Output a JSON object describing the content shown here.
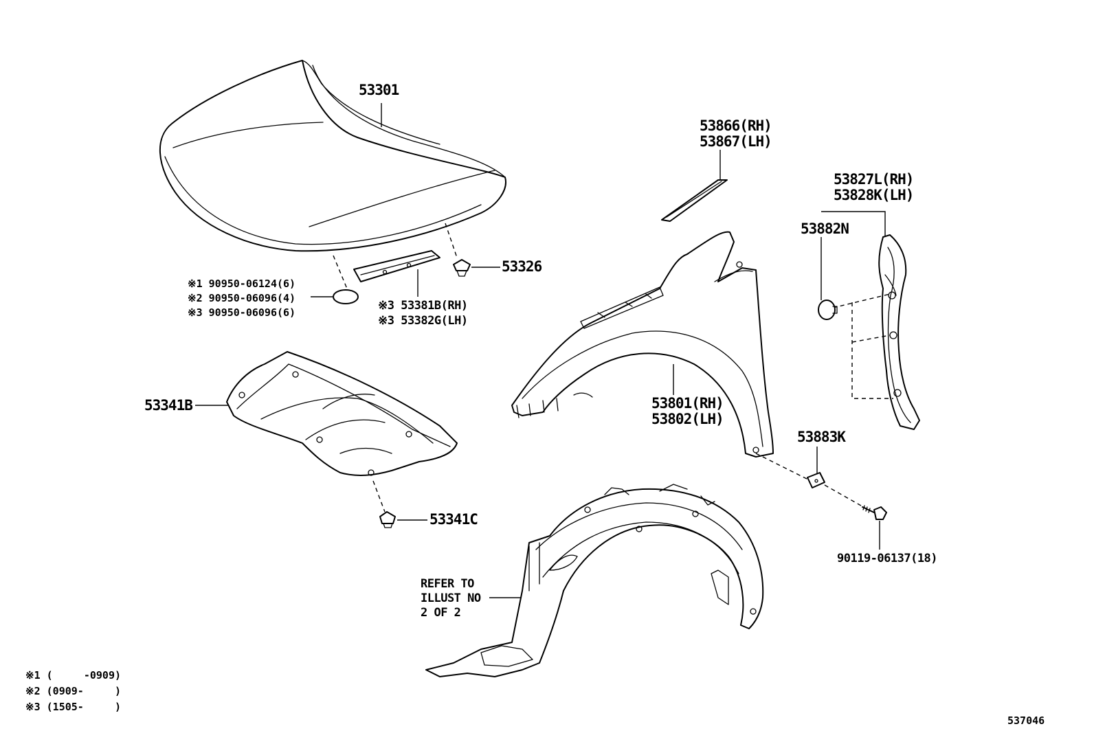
{
  "labels": {
    "hood": "53301",
    "hood_seal_l1": "※1 90950-06124(6)",
    "hood_seal_l2": "※2 90950-06096(4)",
    "hood_seal_l3": "※3 90950-06096(6)",
    "clip_53326": "53326",
    "seal_rh": "※3 53381B(RH)",
    "seal_lh": "※3 53382G(LH)",
    "fender_seal_rh": "53866(RH)",
    "fender_seal_lh": "53867(LH)",
    "bracket_rh": "53827L(RH)",
    "bracket_lh": "53828K(LH)",
    "grommet": "53882N",
    "insulator": "53341B",
    "fender_rh": "53801(RH)",
    "fender_lh": "53802(LH)",
    "nut": "53883K",
    "clip_53341c": "53341C",
    "bolt": "90119-06137(18)",
    "refer_l1": "REFER TO",
    "refer_l2": "ILLUST NO",
    "refer_l3": "2 OF 2"
  },
  "footnotes": [
    "※1 (     -0909)",
    "※2 (0909-     )",
    "※3 (1505-     )"
  ],
  "diagram_id": "537046"
}
